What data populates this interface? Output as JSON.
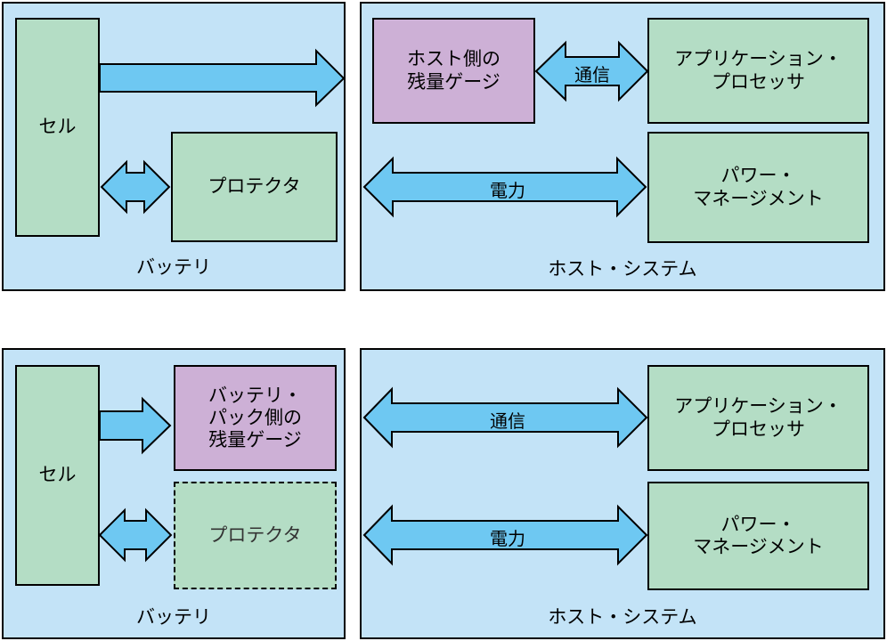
{
  "top": {
    "battery": {
      "cell_label": "セル",
      "protector_label": "プロテクタ",
      "caption": "バッテリ"
    },
    "host": {
      "gauge_label": "ホスト側の\n残量ゲージ",
      "comm_label": "通信",
      "app_processor_label": "アプリケーション・\nプロセッサ",
      "power_label": "電力",
      "power_mgmt_label": "パワー・\nマネージメント",
      "caption": "ホスト・システム"
    }
  },
  "bottom": {
    "battery": {
      "cell_label": "セル",
      "gauge_label": "バッテリ・\nパック側の\n残量ゲージ",
      "protector_label": "プロテクタ",
      "caption": "バッテリ"
    },
    "host": {
      "comm_label": "通信",
      "app_processor_label": "アプリケーション・\nプロセッサ",
      "power_label": "電力",
      "power_mgmt_label": "パワー・\nマネージメント",
      "caption": "ホスト・システム"
    }
  },
  "colors": {
    "panel_bg": "#c3e3f7",
    "component_green": "#b4ddc5",
    "gauge_purple": "#cdb0d6",
    "arrow_blue": "#6ec8f2"
  }
}
